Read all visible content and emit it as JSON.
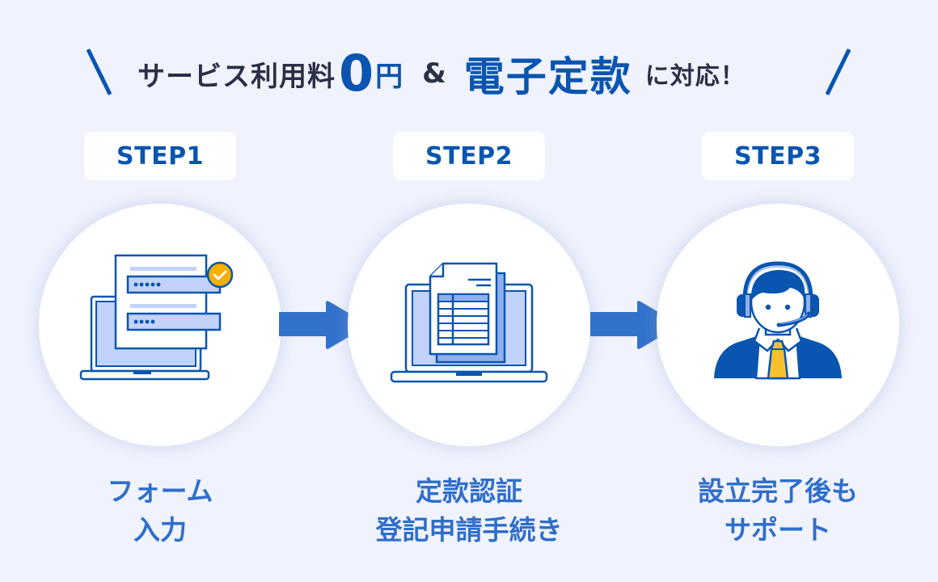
{
  "headline": {
    "part1": "サービス利用料",
    "zero": "0",
    "yen": "円",
    "amp": "&",
    "highlight": "電子定款",
    "suffix": "に対応！"
  },
  "steps": [
    {
      "badge": "STEP1",
      "icon": "form-input-laptop-icon",
      "caption_lines": [
        "フォーム",
        "入力"
      ]
    },
    {
      "badge": "STEP2",
      "icon": "document-laptop-icon",
      "caption_lines": [
        "定款認証",
        "登記申請手続き"
      ]
    },
    {
      "badge": "STEP3",
      "icon": "support-operator-icon",
      "caption_lines": [
        "設立完了後も",
        "サポート"
      ]
    }
  ],
  "colors": {
    "background": "#f0f3fd",
    "primary": "#0955b0",
    "arrow": "#3172cc",
    "caption": "#2f6ecb",
    "text_dark": "#2b3048",
    "icon_fill_light": "#c3d2f8",
    "icon_fill_mid": "#8fb0ec",
    "check_badge": "#f6b000",
    "tie": "#f7c12e"
  }
}
